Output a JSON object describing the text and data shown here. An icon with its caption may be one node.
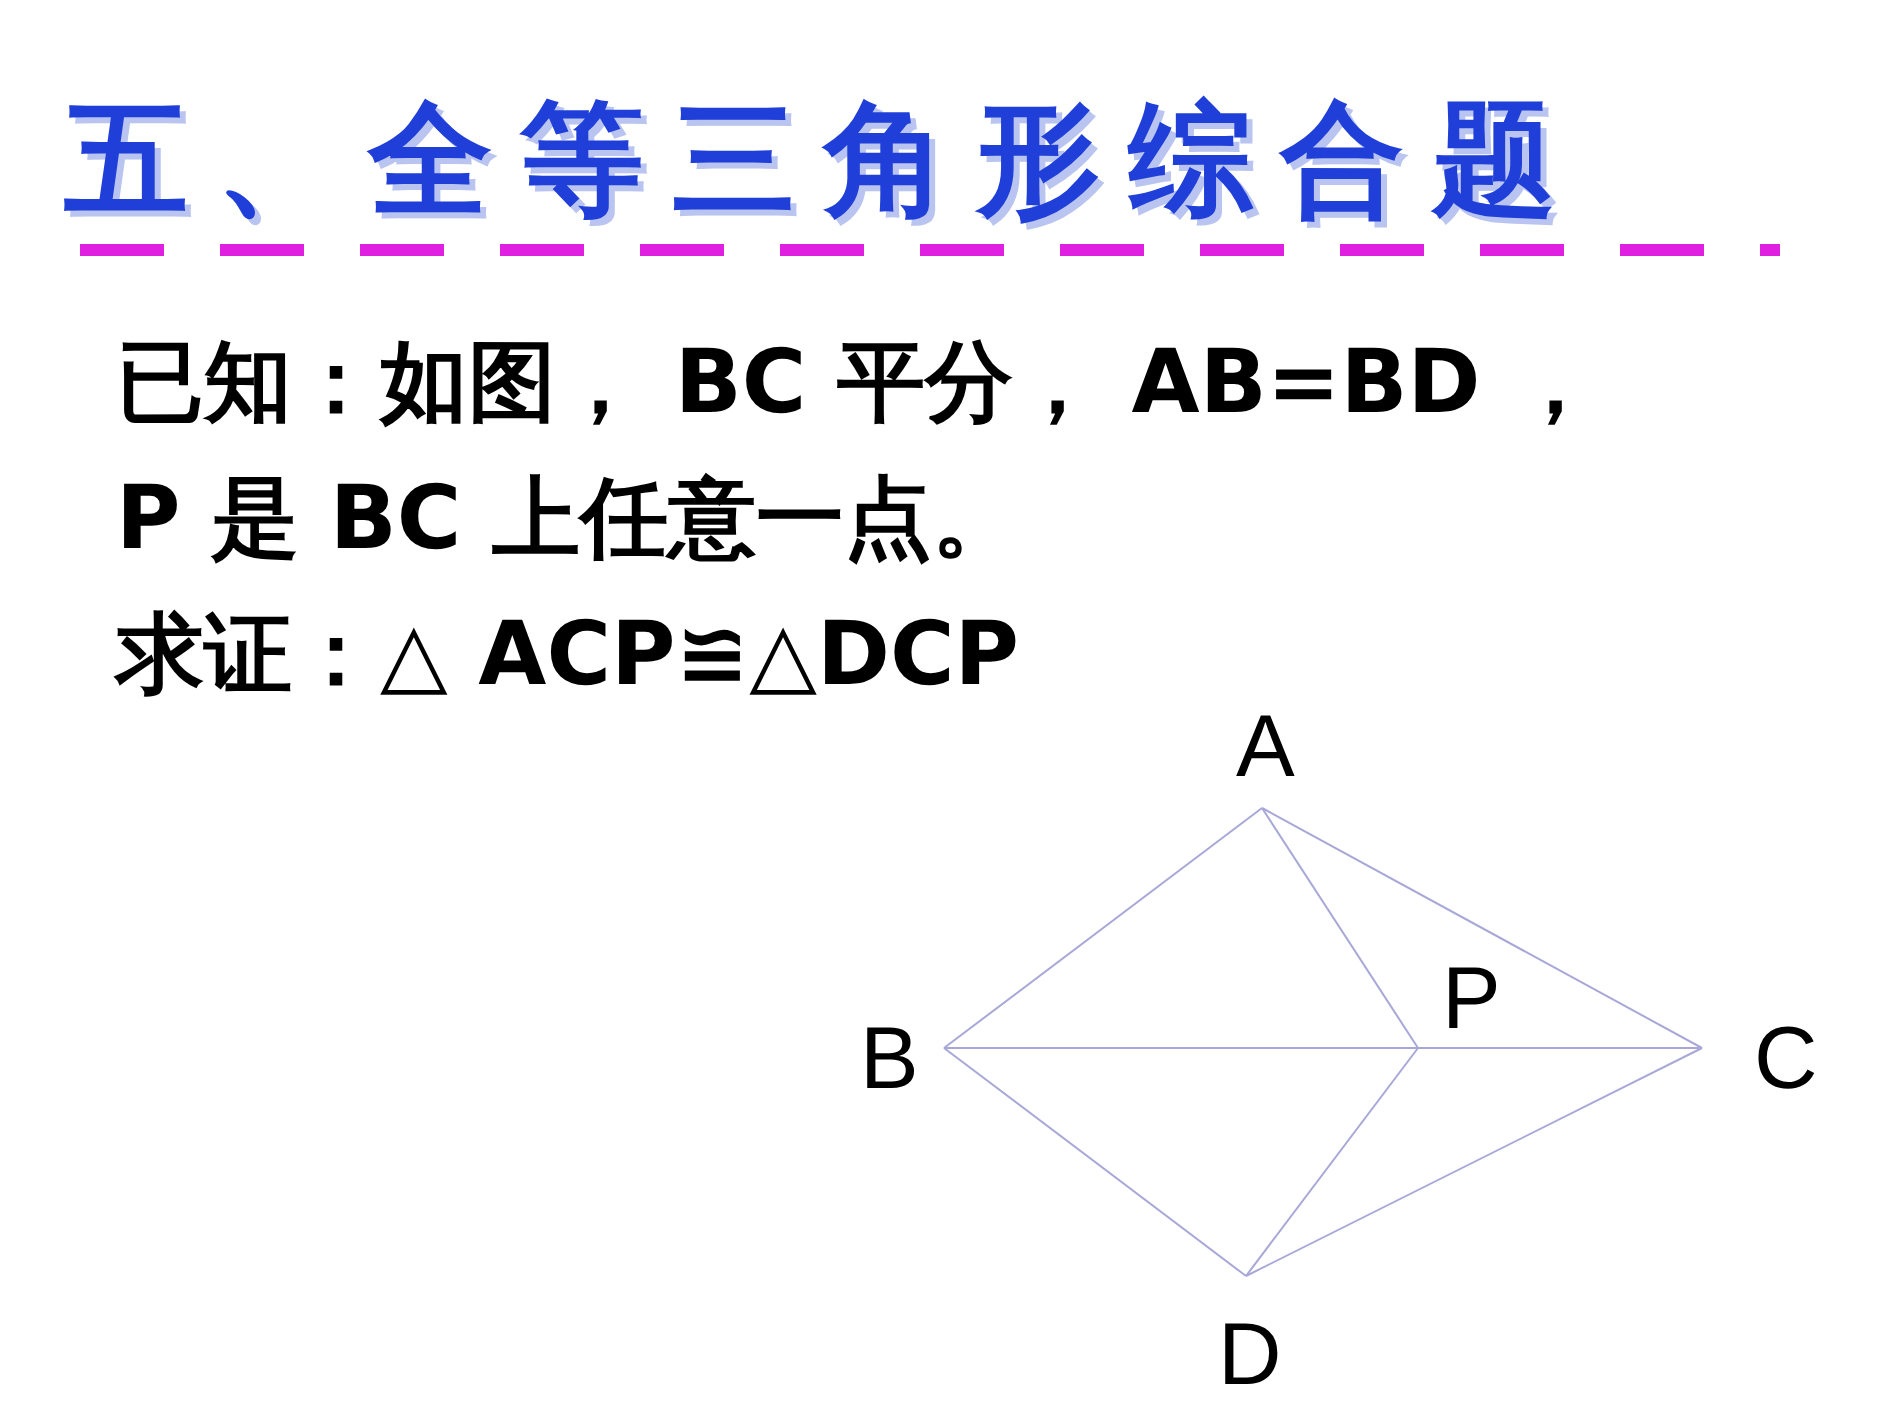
{
  "diagram": {
    "title": "五、全等三角形综合题",
    "nodes": [
      {
        "text": [
          "A"
        ]
      },
      {
        "text": [
          "B"
        ]
      },
      {
        "text": [
          "P"
        ]
      },
      {
        "text": [
          "C"
        ]
      },
      {
        "text": [
          "D"
        ]
      }
    ],
    "edges": [
      {
        "from": 0,
        "to": 1,
        "arrow": "none"
      },
      {
        "from": 0,
        "to": 2,
        "arrow": "none"
      },
      {
        "from": 0,
        "to": 3,
        "arrow": "none"
      },
      {
        "from": 1,
        "to": 2,
        "arrow": "none"
      },
      {
        "from": 2,
        "to": 3,
        "arrow": "none"
      },
      {
        "from": 1,
        "to": 4,
        "arrow": "none"
      },
      {
        "from": 4,
        "to": 2,
        "arrow": "none"
      },
      {
        "from": 4,
        "to": 3,
        "arrow": "none"
      }
    ],
    "labels": [
      "已知：如图， BC 平分， AB=BD ，",
      "P 是 BC 上任意一点。",
      "求证：△ ACP≌△DCP"
    ]
  }
}
